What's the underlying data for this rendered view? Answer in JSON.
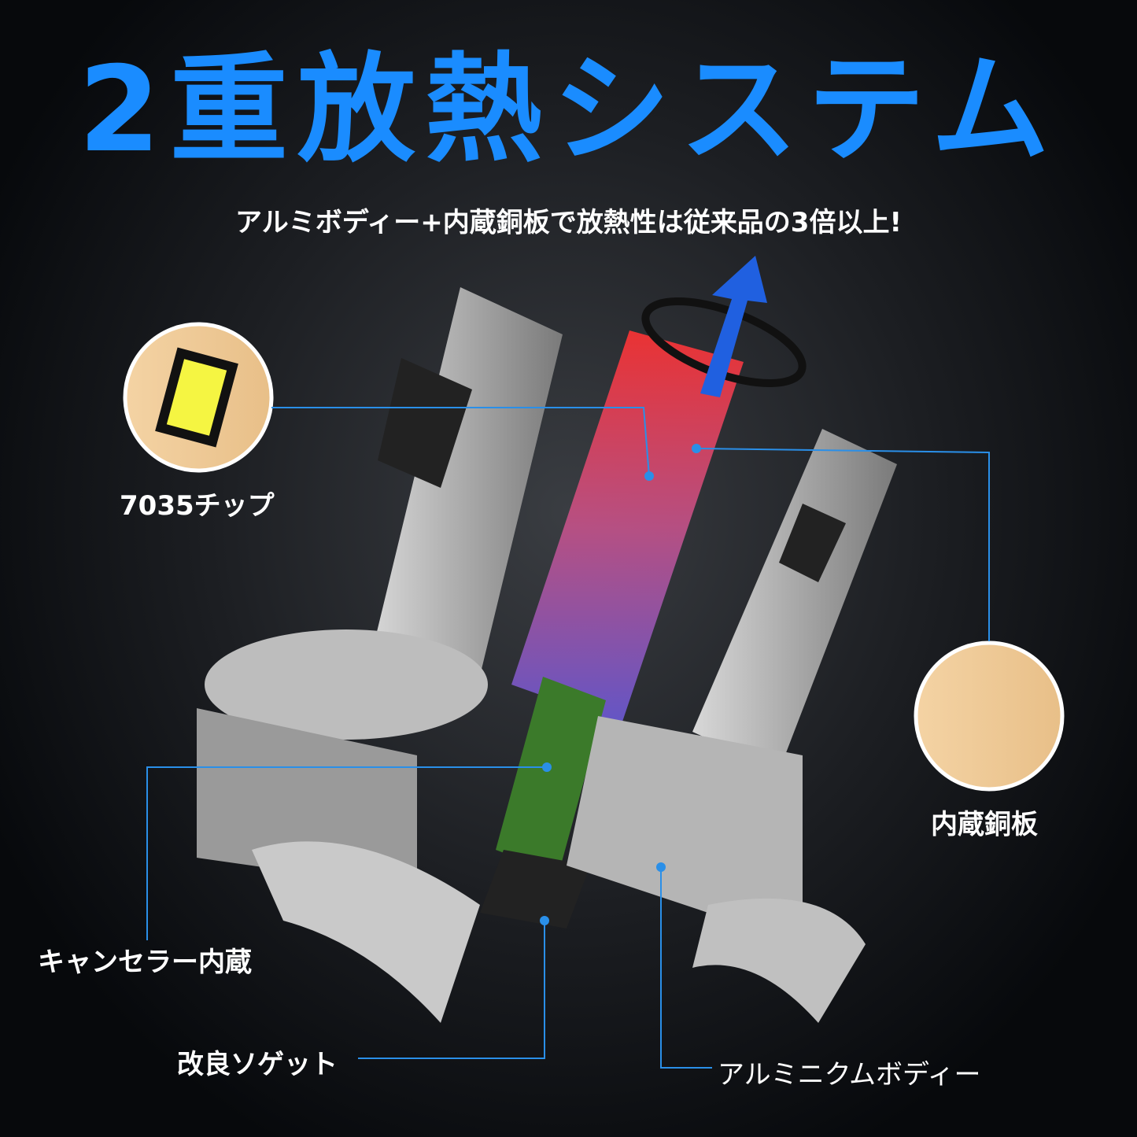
{
  "title": "2重放熱システム",
  "subtitle": "アルミボディー+内蔵銅板で放熱性は従来品の3倍以上!",
  "labels": {
    "chip": "7035チップ",
    "copper": "内蔵銅板",
    "canceller": "キャンセラー内蔵",
    "socket": "改良ソゲット",
    "body": "アルミニクムボディー"
  },
  "colors": {
    "accent": "#1a8cff",
    "line": "#2a8fe8"
  }
}
